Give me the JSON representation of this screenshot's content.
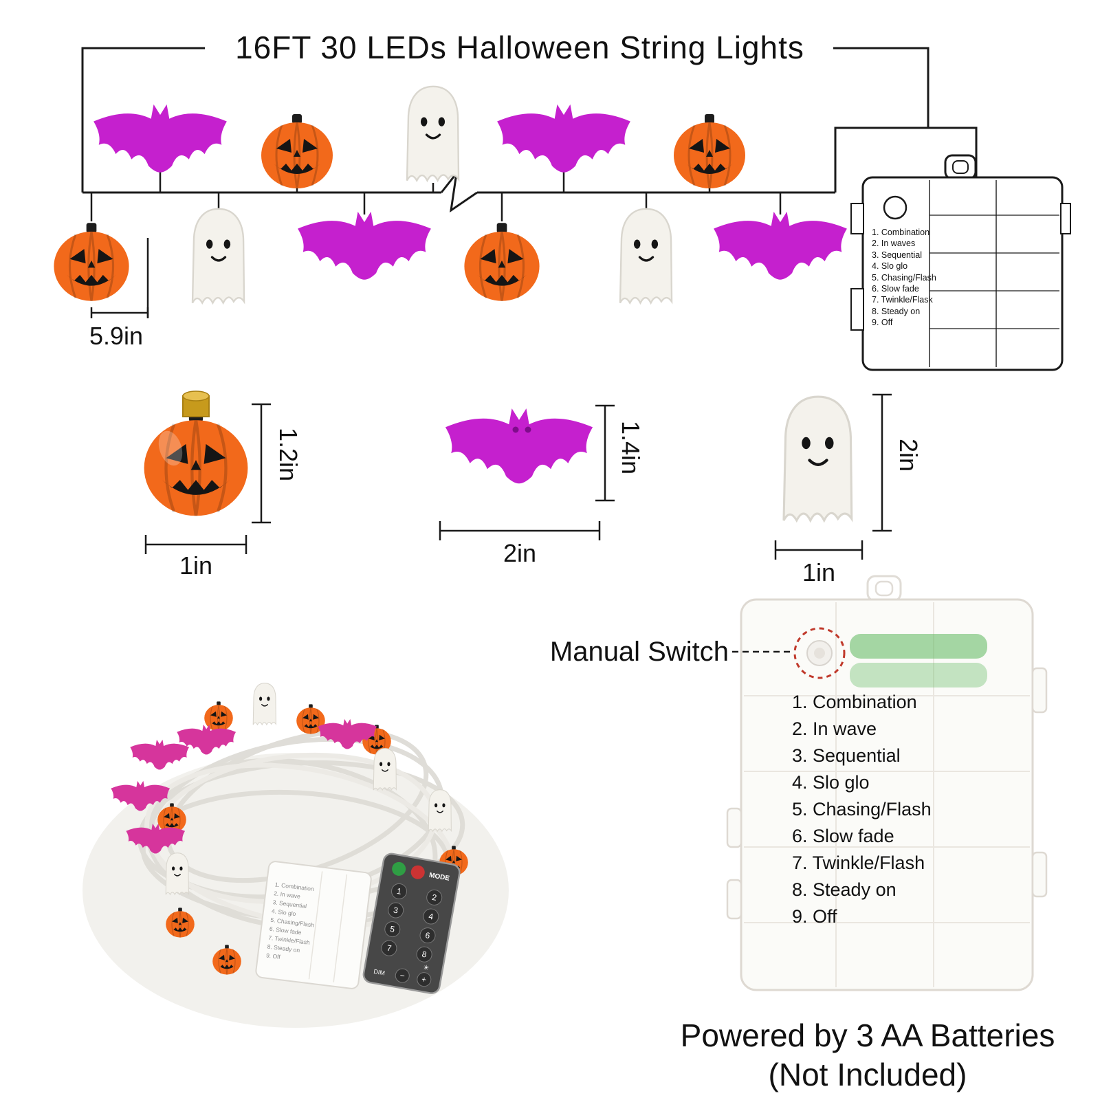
{
  "title": "16FT 30 LEDs Halloween String Lights",
  "garland": {
    "spacing_label": "5.9in"
  },
  "top_battery_box": {
    "modes": [
      "1. Combination",
      "2. In waves",
      "3. Sequential",
      "4. Slo glo",
      "5. Chasing/Flash",
      "6. Slow fade",
      "7. Twinkle/Flask",
      "8. Steady on",
      "9. Off"
    ]
  },
  "size_figures": {
    "pumpkin": {
      "height_label": "1.2in",
      "width_label": "1in"
    },
    "bat": {
      "height_label": "1.4in",
      "width_label": "2in"
    },
    "ghost": {
      "height_label": "2in",
      "width_label": "1in"
    }
  },
  "photo": {
    "remote": {
      "mode_label": "MODE",
      "dim_label": "DIM",
      "minus_label": "−",
      "plus_label": "+",
      "sun_icon": "☀",
      "digits": [
        "1",
        "2",
        "3",
        "4",
        "5",
        "6",
        "7",
        "8"
      ]
    },
    "mini_box_modes": [
      "1. Combination",
      "2. In wave",
      "3. Sequential",
      "4. Slo glo",
      "5. Chasing/Flash",
      "6. Slow fade",
      "7. Twinkle/Flash",
      "8. Steady on",
      "9. Off"
    ]
  },
  "main_battery_box": {
    "manual_switch_label": "Manual Switch",
    "modes": [
      "1. Combination",
      "2. In wave",
      "3. Sequential",
      "4. Slo glo",
      "5. Chasing/Flash",
      "6. Slow fade",
      "7. Twinkle/Flash",
      "8. Steady on",
      "9. Off"
    ],
    "power_caption_line1": "Powered by 3 AA Batteries",
    "power_caption_line2": "(Not Included)"
  },
  "colors": {
    "pumpkin_orange": "#F2691B",
    "bat_purple": "#C520CE",
    "ghost_white": "#F4F2EC",
    "photo_bat_pink": "#D6359C",
    "battery_green": "#5CB85C",
    "accent_red": "#C0392B"
  }
}
